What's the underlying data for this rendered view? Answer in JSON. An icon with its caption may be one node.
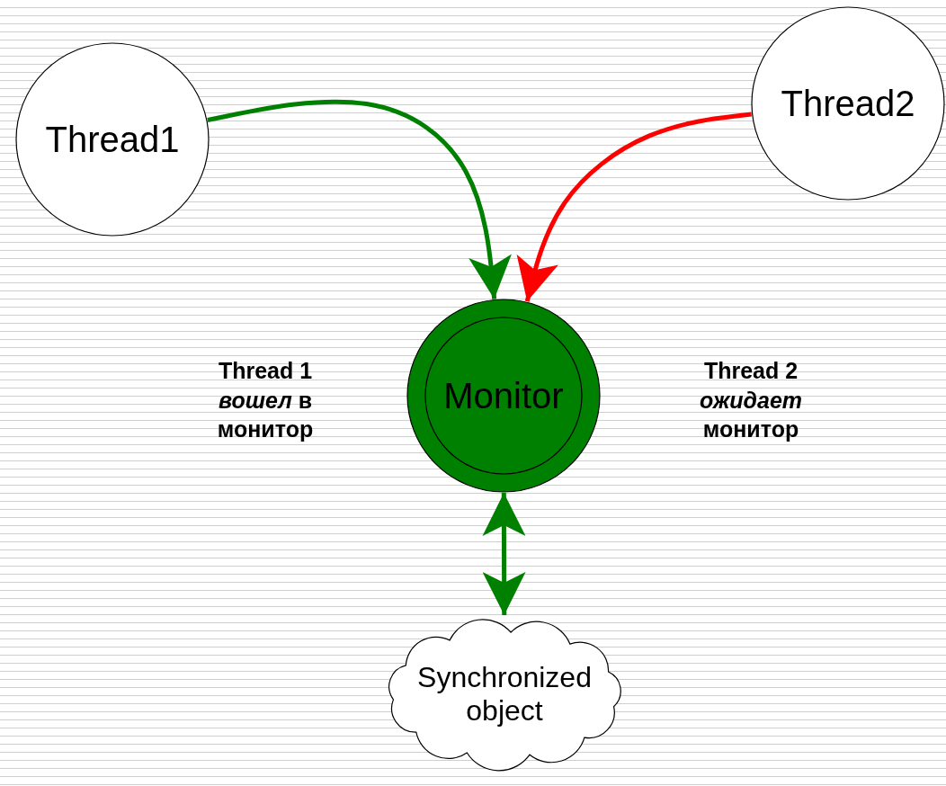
{
  "diagram": {
    "nodes": [
      {
        "text": [
          "Thread1"
        ]
      },
      {
        "text": [
          "Thread2"
        ]
      },
      {
        "text": [
          "Monitor"
        ]
      },
      {
        "text": [
          "Synchronized object"
        ]
      }
    ],
    "edges": [
      {
        "from": 0,
        "to": 2,
        "arrow": "to"
      },
      {
        "from": 1,
        "to": 2,
        "arrow": "to",
        "color": "#ff0000"
      },
      {
        "from": 2,
        "to": 3,
        "arrow": "both"
      }
    ],
    "labels": [
      "Thread 1 *вошел* в монитор",
      "Thread 2 *ожидает* монитор"
    ]
  }
}
